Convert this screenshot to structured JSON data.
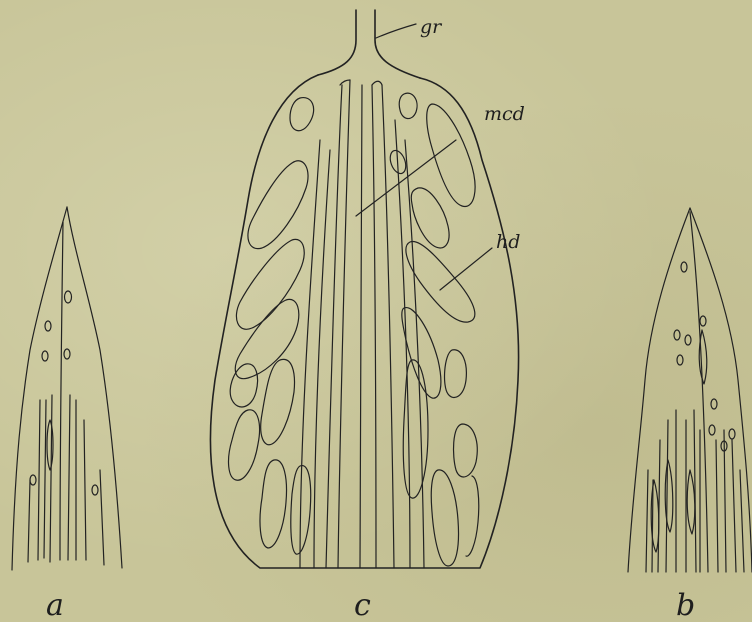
{
  "figure": {
    "callouts": {
      "gr": "gr",
      "mcd": "mcd",
      "hd": "hd"
    },
    "panels": {
      "a": "a",
      "c": "c",
      "b": "b"
    }
  },
  "colors": {
    "paper": "#c8c599",
    "ink": "#222222"
  }
}
